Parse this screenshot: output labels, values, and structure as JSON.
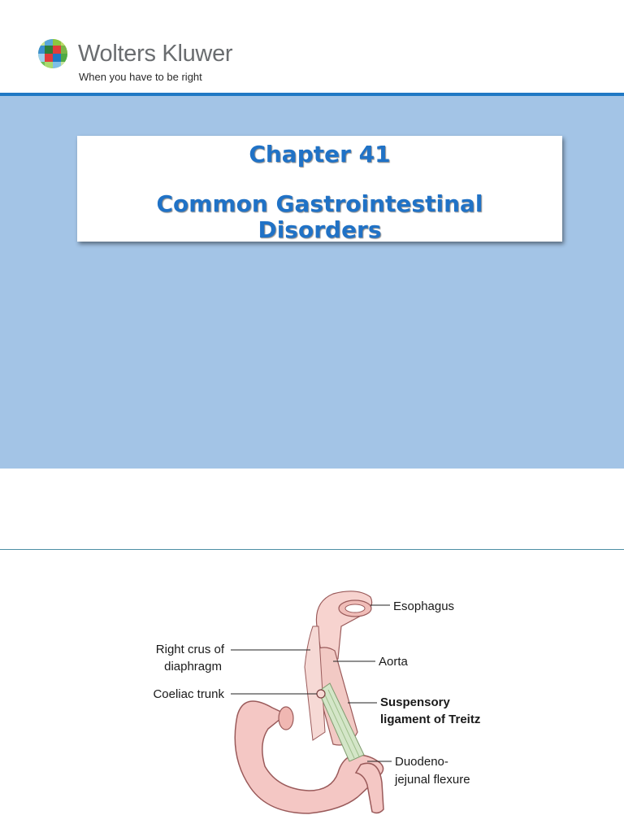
{
  "header": {
    "brand_name": "Wolters Kluwer",
    "tagline": "When you have to be right",
    "logo_icon": "wolters-kluwer-logo-icon"
  },
  "title_slide": {
    "chapter": "Chapter 41",
    "title_line1": "Common Gastrointestinal",
    "title_line2": "Disorders"
  },
  "figure": {
    "labels": {
      "esophagus": "Esophagus",
      "right_crus_line1": "Right crus of",
      "right_crus_line2": "diaphragm",
      "aorta": "Aorta",
      "coeliac_trunk": "Coeliac trunk",
      "treitz_line1": "Suspensory",
      "treitz_line2": "ligament of Treitz",
      "flexure_line1": "Duodeno-",
      "flexure_line2": "jejunal flexure"
    }
  },
  "colors": {
    "accent_blue": "#1f78c4",
    "band_blue": "#a3c4e6",
    "title_blue": "#2072c6",
    "tissue_pink": "#f4c7c4",
    "ligament_green": "#d4e6c8"
  }
}
